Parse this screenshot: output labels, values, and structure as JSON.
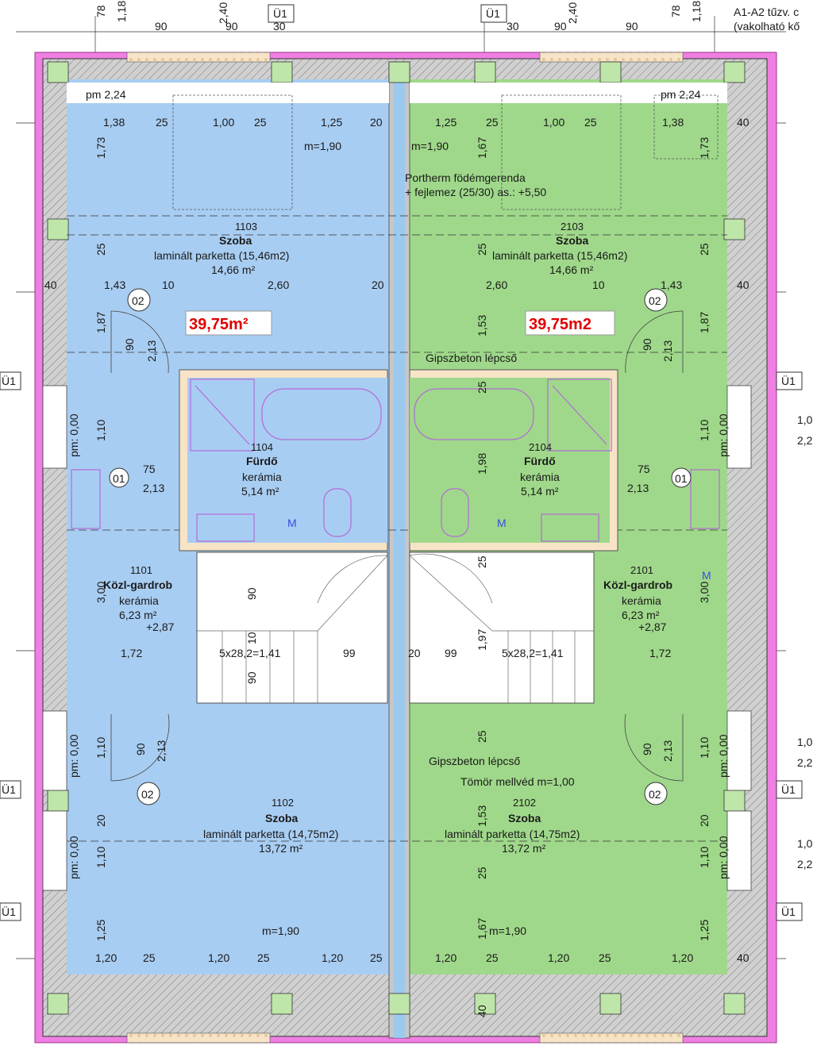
{
  "colors": {
    "left_unit": "#a8cdf2",
    "right_unit": "#9fd88a",
    "wall_fill": "#d0d0d0",
    "insulation": "#ef7fe2",
    "area_red": "#e00000",
    "fixtures": "#b36bd8"
  },
  "notes": {
    "fire_wall_1": "A1-A2 tűzv. c",
    "fire_wall_2": "(vakolható kő",
    "beam_1": "Portherm födémgerenda",
    "beam_2": "+ fejlemez (25/30) as.: +5,50",
    "stair_top": "Gipszbeton lépcső",
    "stair_bottom": "Gipszbeton lépcső",
    "parapet": "Tömör mellvéd m=1,00",
    "pm_left": "pm 2,24",
    "pm_right": "pm 2,24"
  },
  "rooms": [
    {
      "number": "1103",
      "name": "Szoba",
      "floor": "laminált parketta (15,46m2)",
      "area": "14,66 m²"
    },
    {
      "number": "2103",
      "name": "Szoba",
      "floor": "laminált parketta (15,46m2)",
      "area": "14,66 m²"
    },
    {
      "number": "1104",
      "name": "Fürdő",
      "floor": "kerámia",
      "area": "5,14 m²"
    },
    {
      "number": "2104",
      "name": "Fürdő",
      "floor": "kerámia",
      "area": "5,14 m²"
    },
    {
      "number": "1101",
      "name": "Közl-gardrob",
      "floor": "kerámia",
      "area": "6,23 m²",
      "level": "+2,87"
    },
    {
      "number": "2101",
      "name": "Közl-gardrob",
      "floor": "kerámia",
      "area": "6,23 m²",
      "level": "+2,87"
    },
    {
      "number": "1102",
      "name": "Szoba",
      "floor": "laminált parketta (14,75m2)",
      "area": "13,72 m²"
    },
    {
      "number": "2102",
      "name": "Szoba",
      "floor": "laminált parketta (14,75m2)",
      "area": "13,72 m²"
    }
  ],
  "totals": {
    "left": "39,75m²",
    "right": "39,75m2"
  },
  "tags": {
    "u1": "Ü1",
    "d02": "02",
    "d01": "01",
    "m": "M"
  },
  "dims": {
    "top_left": [
      "90",
      "90",
      "30"
    ],
    "top_right": [
      "30",
      "90",
      "90"
    ],
    "top_vert": [
      "78",
      "1,18",
      "2,40",
      "2,40",
      "1,18",
      "78"
    ],
    "row1_left": [
      "1,38",
      "25",
      "1,00",
      "25",
      "1,25",
      "20"
    ],
    "row1_right": [
      "1,25",
      "25",
      "1,00",
      "25",
      "1,38",
      "40"
    ],
    "m190": "m=1,90",
    "row2_left": [
      "40",
      "1,43",
      "10",
      "2,60",
      "20"
    ],
    "row2_right": [
      "2,60",
      "10",
      "1,43",
      "40"
    ],
    "mid_left": [
      "75",
      "2,13"
    ],
    "mid_right": [
      "75",
      "2,13"
    ],
    "stair_row": [
      "1,72",
      "5x28,2=1,41",
      "99",
      "20",
      "99",
      "5x28,2=1,41",
      "1,72"
    ],
    "bottom_left": [
      "1,20",
      "25",
      "1,20",
      "25",
      "1,20",
      "25"
    ],
    "bottom_right": [
      "1,20",
      "25",
      "1,20",
      "25",
      "1,20",
      "40"
    ],
    "door": [
      "90",
      "2,13"
    ],
    "pm": "pm: 0,00",
    "edge": [
      "1,0",
      "2,2"
    ],
    "v_left_top": [
      "1,73",
      "25",
      "1,87",
      "1,10",
      "3,00",
      "10",
      "1,10",
      "20",
      "1,10",
      "1,25"
    ],
    "v_center": [
      "1,67",
      "25",
      "1,53",
      "25",
      "1,98",
      "25",
      "90",
      "90",
      "1,97",
      "25",
      "1,53",
      "25",
      "1,67",
      "40"
    ],
    "v_right": [
      "1,73",
      "25",
      "1,87",
      "1,10",
      "3,00",
      "1,10",
      "20",
      "1,10",
      "1,25"
    ]
  }
}
